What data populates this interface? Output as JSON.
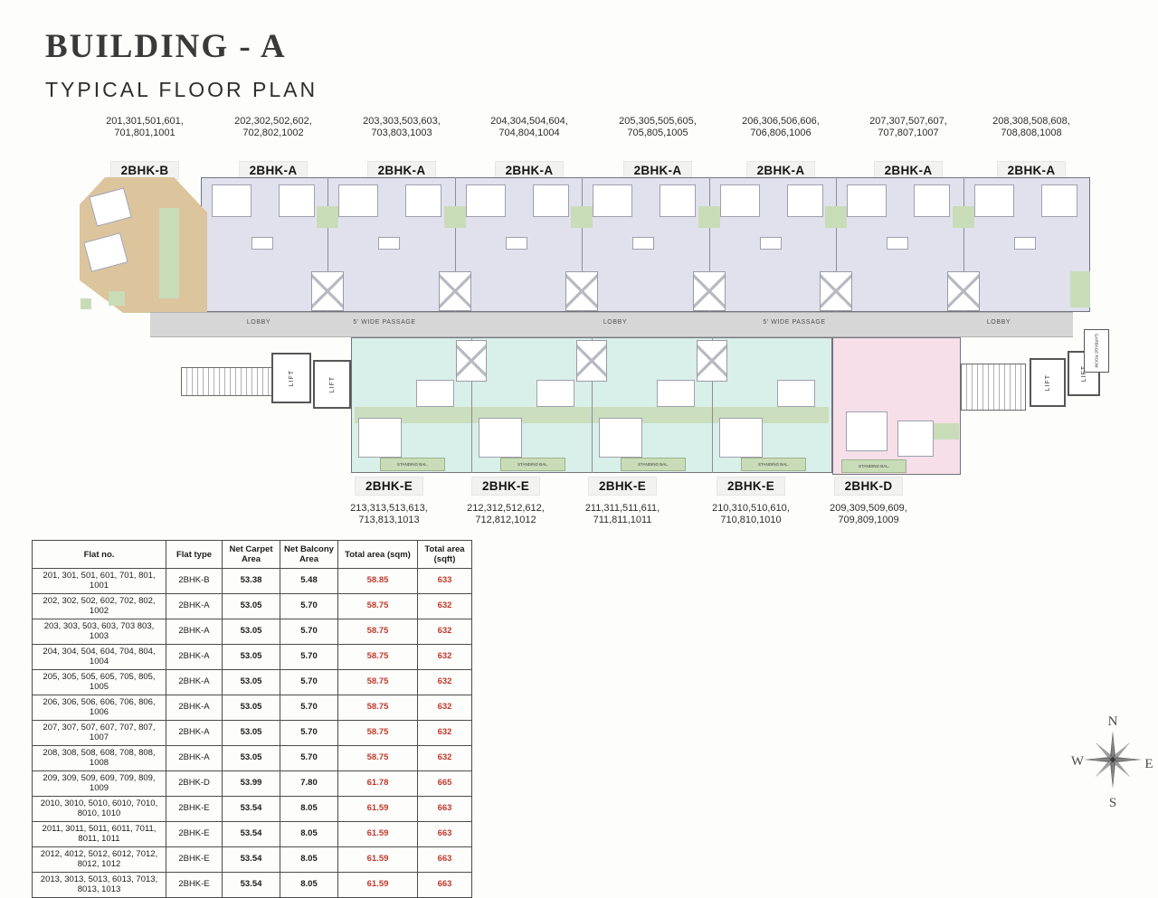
{
  "header": {
    "title": "BUILDING - A",
    "subtitle": "TYPICAL FLOOR PLAN"
  },
  "top_units": [
    {
      "flats1": "201,301,501,601,",
      "flats2": "701,801,1001",
      "type": "2BHK-B"
    },
    {
      "flats1": "202,302,502,602,",
      "flats2": "702,802,1002",
      "type": "2BHK-A"
    },
    {
      "flats1": "203,303,503,603,",
      "flats2": "703,803,1003",
      "type": "2BHK-A"
    },
    {
      "flats1": "204,304,504,604,",
      "flats2": "704,804,1004",
      "type": "2BHK-A"
    },
    {
      "flats1": "205,305,505,605,",
      "flats2": "705,805,1005",
      "type": "2BHK-A"
    },
    {
      "flats1": "206,306,506,606,",
      "flats2": "706,806,1006",
      "type": "2BHK-A"
    },
    {
      "flats1": "207,307,507,607,",
      "flats2": "707,807,1007",
      "type": "2BHK-A"
    },
    {
      "flats1": "208,308,508,608,",
      "flats2": "708,808,1008",
      "type": "2BHK-A"
    }
  ],
  "bottom_units": [
    {
      "type": "2BHK-E",
      "flats1": "213,313,513,613,",
      "flats2": "713,813,1013"
    },
    {
      "type": "2BHK-E",
      "flats1": "212,312,512,612,",
      "flats2": "712,812,1012"
    },
    {
      "type": "2BHK-E",
      "flats1": "211,311,511,611,",
      "flats2": "711,811,1011"
    },
    {
      "type": "2BHK-E",
      "flats1": "210,310,510,610,",
      "flats2": "710,810,1010"
    },
    {
      "type": "2BHK-D",
      "flats1": "209,309,509,609,",
      "flats2": "709,809,1009"
    }
  ],
  "corridor": {
    "labels": [
      "LOBBY",
      "5' WIDE PASSAGE",
      "LOBBY",
      "5' WIDE PASSAGE",
      "LOBBY"
    ]
  },
  "plan": {
    "lift": "LIFT",
    "garbage": "GARBAGE ROOM",
    "standing_bal": "STANDING BAL."
  },
  "table": {
    "headers": [
      "Flat no.",
      "Flat type",
      "Net Carpet Area",
      "Net Balcony Area",
      "Total area (sqm)",
      "Total area (sqft)"
    ],
    "rows": [
      [
        "201, 301, 501, 601, 701, 801, 1001",
        "2BHK-B",
        "53.38",
        "5.48",
        "58.85",
        "633"
      ],
      [
        "202, 302, 502, 602, 702, 802, 1002",
        "2BHK-A",
        "53.05",
        "5.70",
        "58.75",
        "632"
      ],
      [
        "203, 303, 503, 603, 703 803, 1003",
        "2BHK-A",
        "53.05",
        "5.70",
        "58.75",
        "632"
      ],
      [
        "204, 304, 504, 604, 704, 804, 1004",
        "2BHK-A",
        "53.05",
        "5.70",
        "58.75",
        "632"
      ],
      [
        "205, 305, 505, 605, 705, 805, 1005",
        "2BHK-A",
        "53.05",
        "5.70",
        "58.75",
        "632"
      ],
      [
        "206, 306, 506, 606, 706, 806, 1006",
        "2BHK-A",
        "53.05",
        "5.70",
        "58.75",
        "632"
      ],
      [
        "207, 307, 507, 607, 707, 807, 1007",
        "2BHK-A",
        "53.05",
        "5.70",
        "58.75",
        "632"
      ],
      [
        "208, 308, 508, 608, 708, 808, 1008",
        "2BHK-A",
        "53.05",
        "5.70",
        "58.75",
        "632"
      ],
      [
        "209, 309, 509, 609, 709, 809, 1009",
        "2BHK-D",
        "53.99",
        "7.80",
        "61.78",
        "665"
      ],
      [
        "2010, 3010, 5010, 6010, 7010, 8010, 1010",
        "2BHK-E",
        "53.54",
        "8.05",
        "61.59",
        "663"
      ],
      [
        "2011, 3011, 5011, 6011, 7011, 8011, 1011",
        "2BHK-E",
        "53.54",
        "8.05",
        "61.59",
        "663"
      ],
      [
        "2012, 4012, 5012, 6012, 7012, 8012, 1012",
        "2BHK-E",
        "53.54",
        "8.05",
        "61.59",
        "663"
      ],
      [
        "2013, 3013, 5013, 6013, 7013, 8013, 1013",
        "2BHK-E",
        "53.54",
        "8.05",
        "61.59",
        "663"
      ]
    ]
  },
  "compass": {
    "n": "N",
    "e": "E",
    "s": "S",
    "w": "W"
  },
  "colors": {
    "unit_2bhk_a": "#e1e1ed",
    "unit_2bhk_b": "#dcc49c",
    "unit_2bhk_d": "#f6dfe8",
    "unit_2bhk_e": "#d9efe9",
    "balcony_green": "#c9dcb8",
    "corridor_gray": "#d6d6d6",
    "table_accent_red": "#c0392b"
  }
}
